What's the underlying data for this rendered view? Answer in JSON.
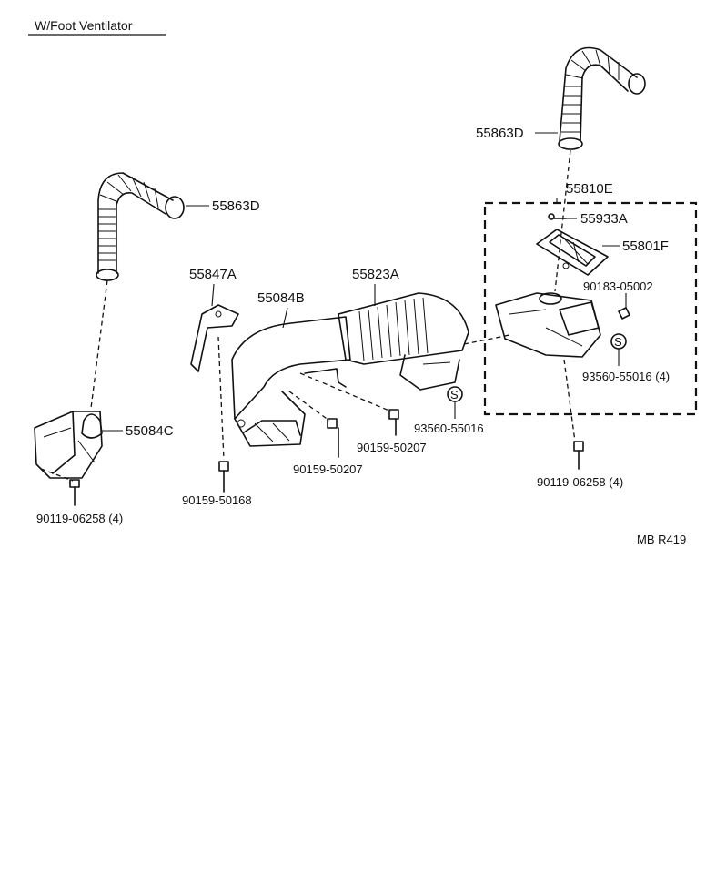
{
  "title": "W/Foot Ventilator",
  "ref_code": "MB R419",
  "parts": {
    "hose_left": "55863D",
    "hose_right": "55863D",
    "assembly": "55810E",
    "clip_top": "55933A",
    "damper": "55801F",
    "grommet_nut": "90183-05002",
    "screw_right": "93560-55016 (4)",
    "bolt_right": "90119-06258 (4)",
    "bracket": "55847A",
    "duct_main": "55084B",
    "duct_rear": "55823A",
    "duct_left": "55084C",
    "bolt_left": "90119-06258 (4)",
    "bolt_center_low": "90159-50168",
    "bolt_center_a": "90159-50207",
    "bolt_center_b": "90159-50207",
    "screw_center": "93560-55016"
  },
  "symbols": {
    "screw_marker": "S"
  }
}
